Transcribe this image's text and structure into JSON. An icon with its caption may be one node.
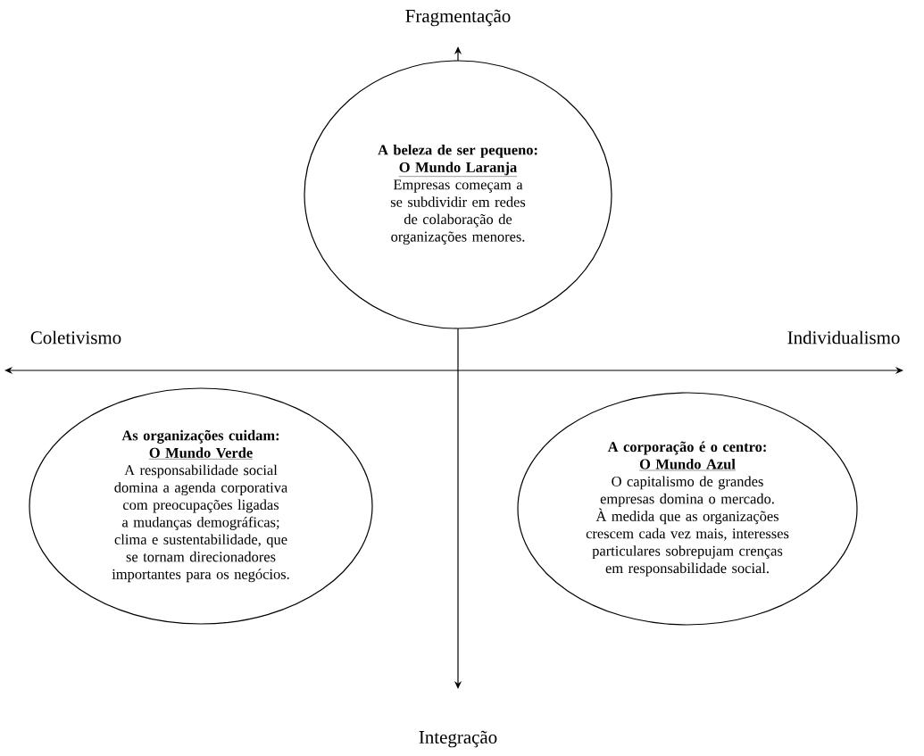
{
  "diagram": {
    "nodes": [
      {
        "text": [
          "A beleza de ser pequeno:",
          "O Mundo Laranja",
          "Empresas começam a se subdividir em redes de colaboração de organizações menores."
        ]
      },
      {
        "text": [
          "As organizações cuidam:",
          "O Mundo Verde",
          "A responsabilidade social domina a agenda corporativa com preocupações ligadas a mudanças demográficas; clima e sustentabilidade, que se tornam direcionadores importantes para os negócios."
        ]
      },
      {
        "text": [
          "A corporação é o centro:",
          "O Mundo Azul",
          "O capitalismo de grandes empresas domina o mercado. À medida que as organizações crescem cada vez mais, interesses particulares sobrepujam crenças em responsabilidade social."
        ]
      }
    ],
    "labels": [
      "Fragmentação",
      "Coletivismo",
      "Individualismo",
      "Integração"
    ]
  }
}
